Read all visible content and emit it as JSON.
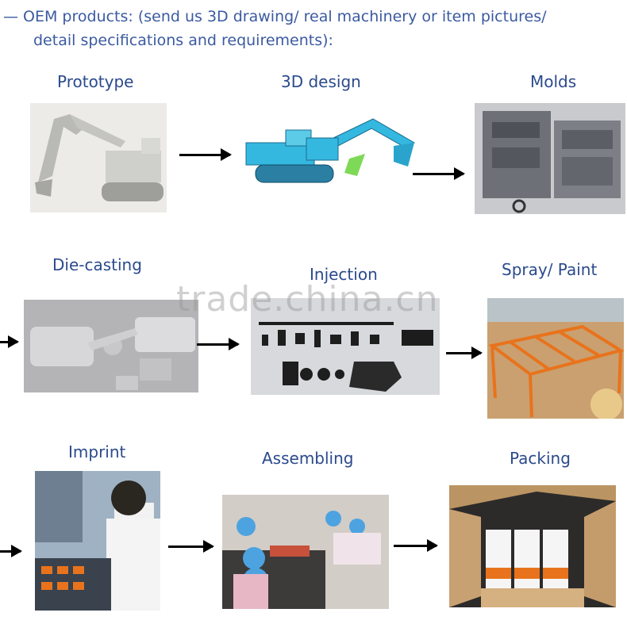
{
  "header": {
    "line1": "— OEM products: (send us 3D drawing/ real machinery or item pictures/",
    "line2": "detail specifications and requirements):"
  },
  "steps": [
    {
      "label": "Prototype"
    },
    {
      "label": "3D design"
    },
    {
      "label": "Molds"
    },
    {
      "label": "Die-casting"
    },
    {
      "label": "Injection"
    },
    {
      "label": "Spray/ Paint"
    },
    {
      "label": "Imprint"
    },
    {
      "label": "Assembling"
    },
    {
      "label": "Packing"
    }
  ],
  "watermark": "trade.china.cn",
  "colors": {
    "text": "#2b4a8c",
    "excavator": "#35b8e0",
    "paint": "#e8731c"
  }
}
